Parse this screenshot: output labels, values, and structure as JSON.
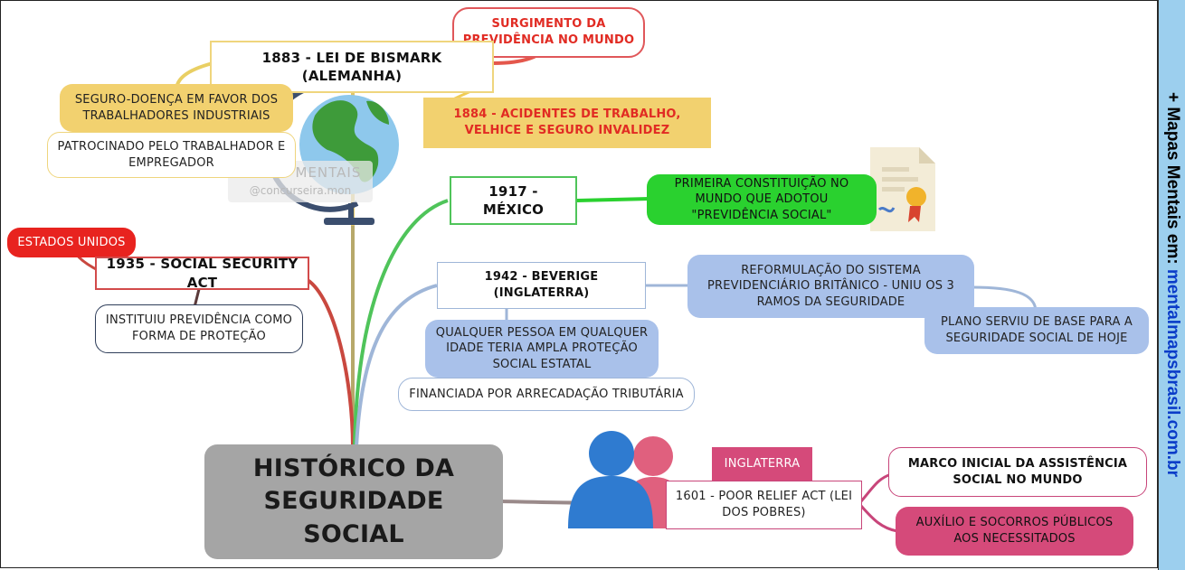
{
  "central": {
    "line1": "HISTÓRICO DA",
    "line2": "SEGURIDADE SOCIAL"
  },
  "sidebar": {
    "prefix": "+ Mapas Mentais em: ",
    "url": "mentalmapsbrasil.com.br"
  },
  "watermark": {
    "title": "MAPAS MENTAIS",
    "handle": "@concurseira.mon"
  },
  "germany": {
    "surgimento": "SURGIMENTO DA PREVIDÊNCIA NO MUNDO",
    "bismark": "1883 - LEI DE BISMARK (ALEMANHA)",
    "seguro_doenca": "SEGURO-DOENÇA EM FAVOR DOS TRABALHADORES INDUSTRIAIS",
    "patrocinado": "PATROCINADO PELO TRABALHADOR E EMPREGADOR",
    "acidentes": "1884 - ACIDENTES DE TRABALHO, VELHICE E SEGURO INVALIDEZ"
  },
  "mexico": {
    "title": "1917 - MÉXICO",
    "constituicao": "PRIMEIRA CONSTITUIÇÃO NO MUNDO QUE ADOTOU \"PREVIDÊNCIA SOCIAL\""
  },
  "usa": {
    "country": "ESTADOS UNIDOS",
    "act": "1935 - SOCIAL SECURITY ACT",
    "instituiu": "INSTITUIU PREVIDÊNCIA COMO FORMA DE PROTEÇÃO"
  },
  "beverige": {
    "title": "1942 - BEVERIGE (INGLATERRA)",
    "reformulacao": "REFORMULAÇÃO DO SISTEMA PREVIDENCIÁRIO BRITÂNICO - UNIU OS 3 RAMOS DA SEGURIDADE",
    "plano": "PLANO SERVIU DE BASE PARA A SEGURIDADE SOCIAL DE HOJE",
    "qualquer": "QUALQUER PESSOA EM QUALQUER IDADE TERIA AMPLA PROTEÇÃO SOCIAL ESTATAL",
    "financiada": "FINANCIADA POR ARRECADAÇÃO TRIBUTÁRIA"
  },
  "poor": {
    "country": "INGLATERRA",
    "act": "1601 - POOR RELIEF ACT (LEI DOS POBRES)",
    "marco": "MARCO INICIAL DA ASSISTÊNCIA SOCIAL NO MUNDO",
    "auxilio": "AUXÍLIO E SOCORROS PÚBLICOS AOS NECESSITADOS"
  },
  "colors": {
    "red": "#e8231f",
    "yellow": "#f2d16f",
    "green": "#2ad12f",
    "blue": "#a9c1ea",
    "pink": "#d54a7a",
    "gray": "#a5a5a5",
    "sidebar": "#9ccfee"
  }
}
